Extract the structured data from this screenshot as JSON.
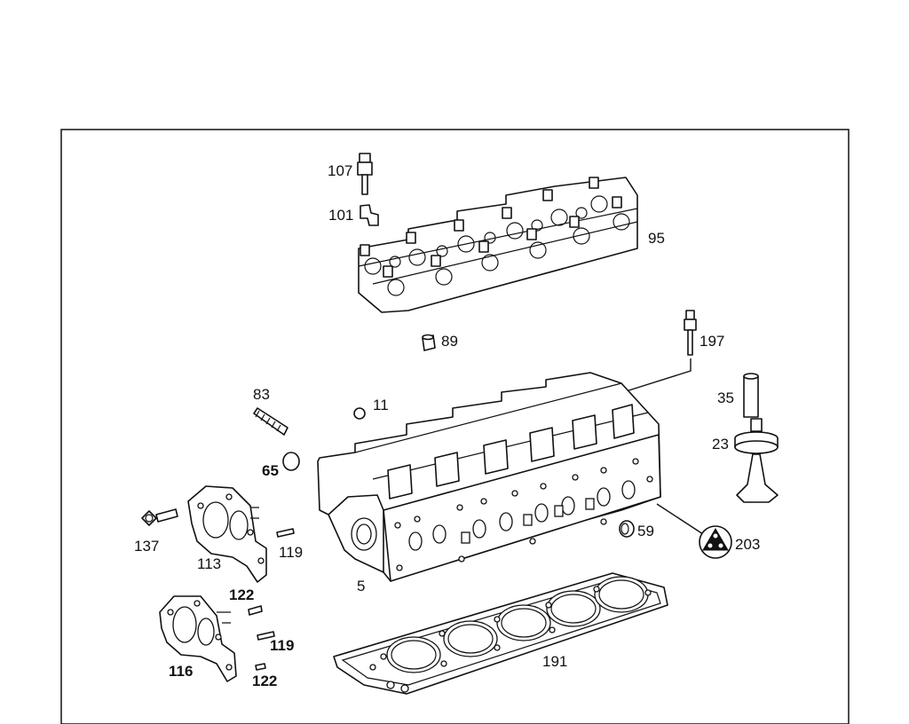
{
  "labels": {
    "p107": "107",
    "p101": "101",
    "p95": "95",
    "p89": "89",
    "p197": "197",
    "p83": "83",
    "p11": "11",
    "p35": "35",
    "p23": "23",
    "p65": "65",
    "p137": "137",
    "p113": "113",
    "p119a": "119",
    "p59": "59",
    "p203": "203",
    "p5": "5",
    "p122a": "122",
    "p119b": "119",
    "p116": "116",
    "p122b": "122",
    "p191": "191"
  }
}
